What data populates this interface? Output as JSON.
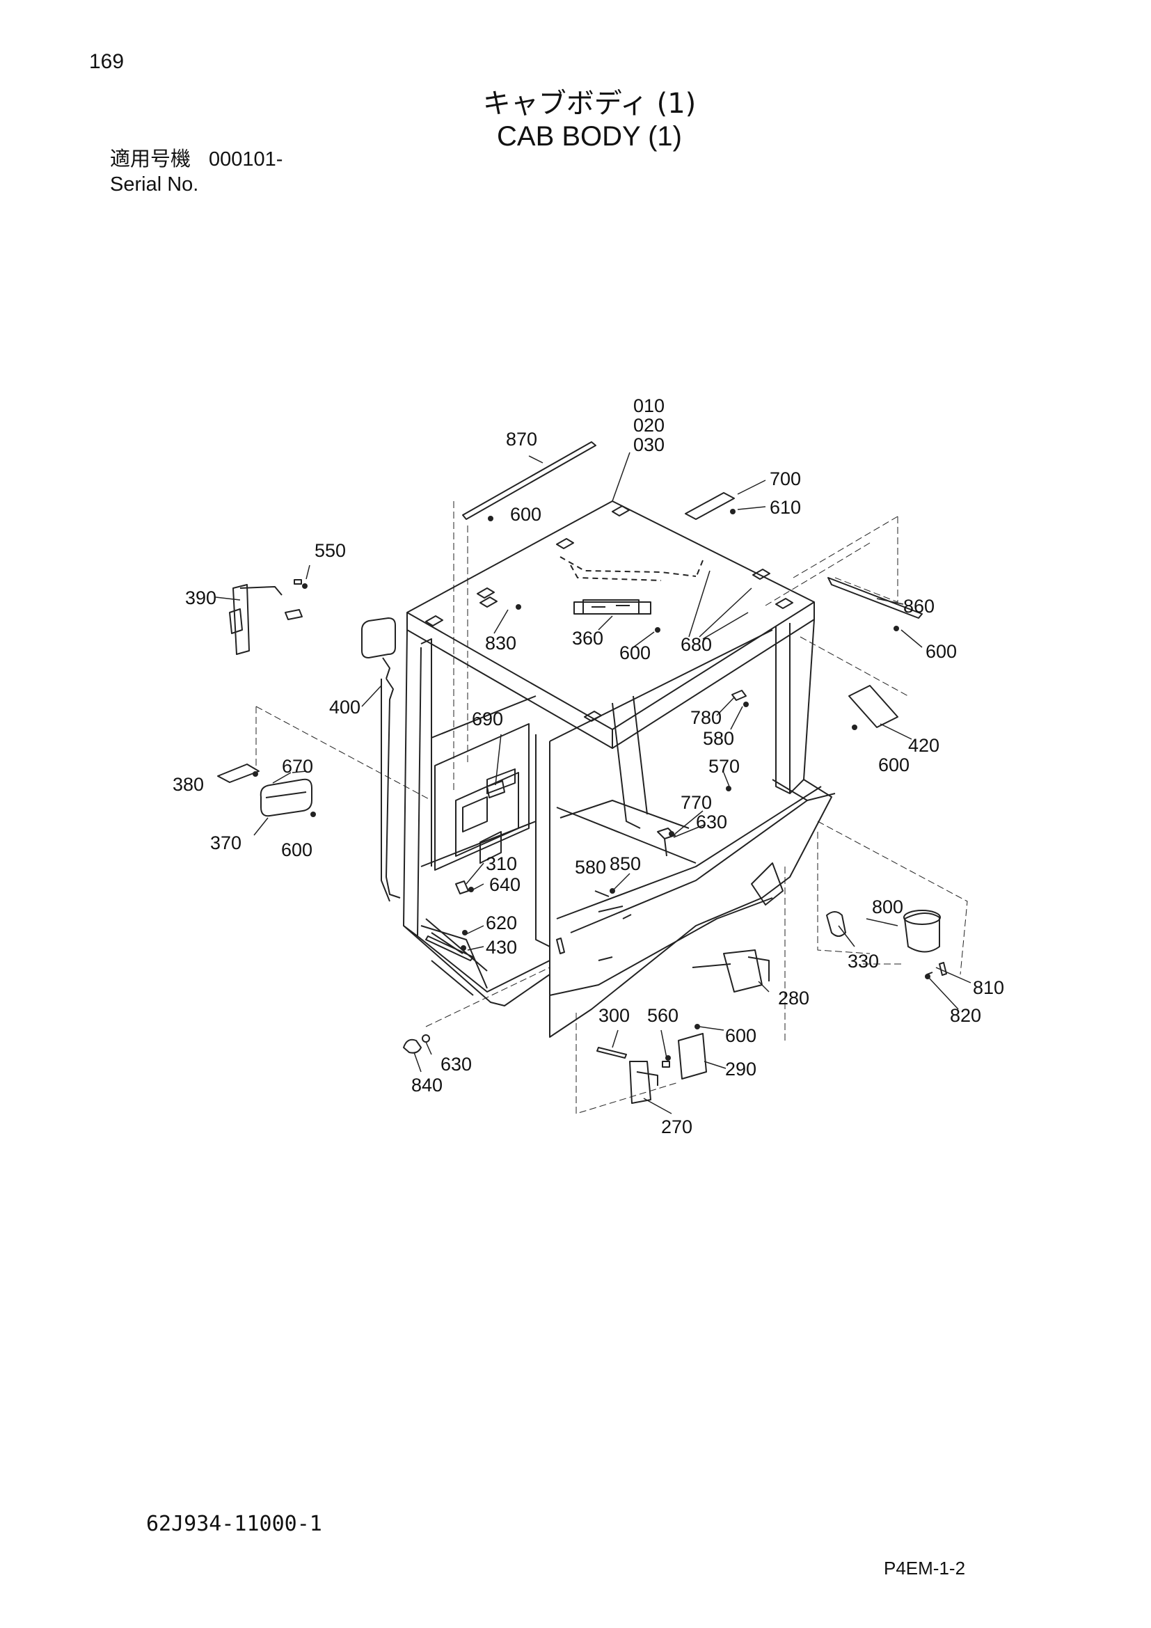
{
  "header": {
    "page_number": "169",
    "title_jp": "キャブボディ (1)",
    "title_en": "CAB BODY (1)",
    "serial_label_jp": "適用号機",
    "serial_value": "000101-",
    "serial_label_en": "Serial No."
  },
  "diagram": {
    "callouts": [
      {
        "id": "010"
      },
      {
        "id": "020"
      },
      {
        "id": "030"
      },
      {
        "id": "870"
      },
      {
        "id": "700"
      },
      {
        "id": "610"
      },
      {
        "id": "600"
      },
      {
        "id": "550"
      },
      {
        "id": "390"
      },
      {
        "id": "860"
      },
      {
        "id": "830"
      },
      {
        "id": "360"
      },
      {
        "id": "600"
      },
      {
        "id": "680"
      },
      {
        "id": "600"
      },
      {
        "id": "400"
      },
      {
        "id": "690"
      },
      {
        "id": "780"
      },
      {
        "id": "580"
      },
      {
        "id": "420"
      },
      {
        "id": "600"
      },
      {
        "id": "670"
      },
      {
        "id": "380"
      },
      {
        "id": "570"
      },
      {
        "id": "770"
      },
      {
        "id": "630"
      },
      {
        "id": "370"
      },
      {
        "id": "600"
      },
      {
        "id": "310"
      },
      {
        "id": "640"
      },
      {
        "id": "580"
      },
      {
        "id": "850"
      },
      {
        "id": "800"
      },
      {
        "id": "620"
      },
      {
        "id": "430"
      },
      {
        "id": "330"
      },
      {
        "id": "280"
      },
      {
        "id": "810"
      },
      {
        "id": "820"
      },
      {
        "id": "300"
      },
      {
        "id": "560"
      },
      {
        "id": "600"
      },
      {
        "id": "290"
      },
      {
        "id": "630"
      },
      {
        "id": "840"
      },
      {
        "id": "270"
      }
    ]
  },
  "footer": {
    "drawing_number": "62J934-11000-1",
    "page_code": "P4EM-1-2"
  }
}
